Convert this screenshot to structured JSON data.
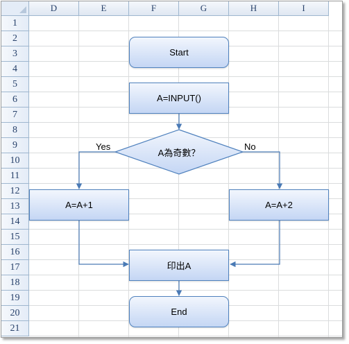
{
  "sheet": {
    "columns": [
      "D",
      "E",
      "F",
      "G",
      "H",
      "I"
    ],
    "rows": [
      "1",
      "2",
      "3",
      "4",
      "5",
      "6",
      "7",
      "8",
      "9",
      "10",
      "11",
      "12",
      "13",
      "14",
      "15",
      "16",
      "17",
      "18",
      "19",
      "20",
      "21"
    ]
  },
  "flowchart": {
    "start": "Start",
    "input": "A=INPUT()",
    "decision": "A為奇數？",
    "yes_label": "Yes",
    "no_label": "No",
    "yes_step": "A=A+1",
    "no_step": "A=A+2",
    "print": "印出A",
    "end": "End"
  },
  "colors": {
    "shape_border": "#4f81bd",
    "shape_fill_top": "#f2f6fd",
    "shape_fill_bottom": "#c4d6f4",
    "connector": "#4a7ab5",
    "grid": "#dadcdd",
    "header_text": "#27416a"
  }
}
